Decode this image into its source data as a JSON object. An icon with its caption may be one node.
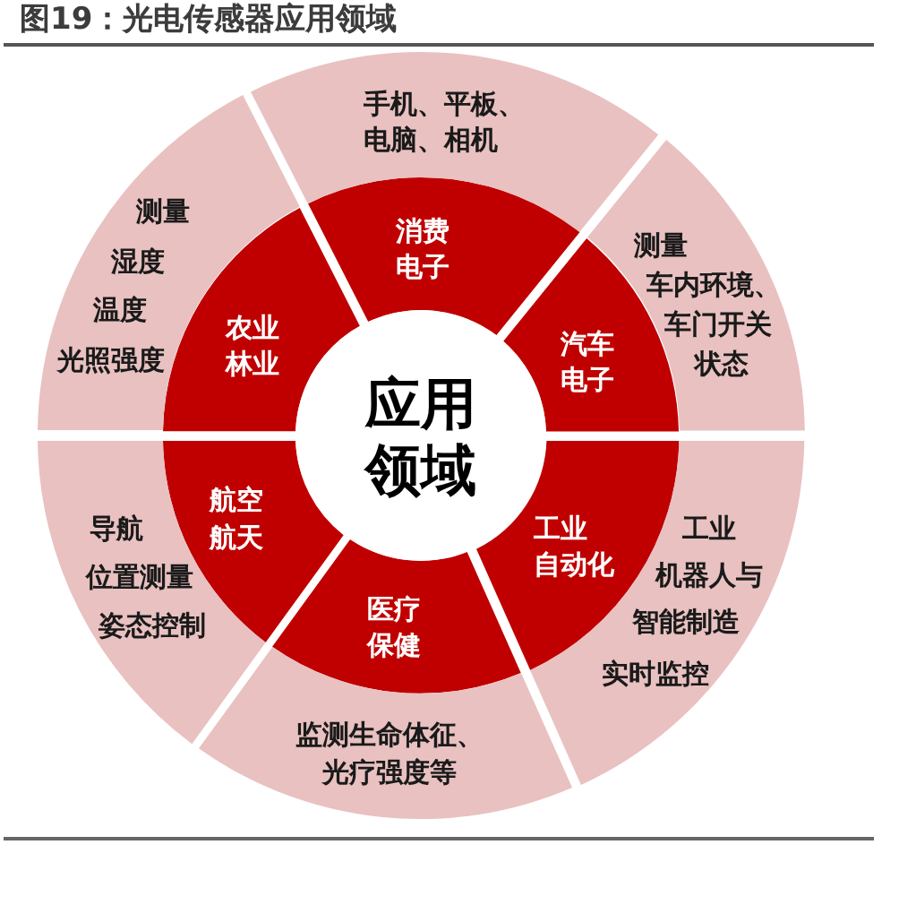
{
  "diagram": {
    "title": "图19：光电传感器应用领域",
    "nodes": [
      {
        "text": [
          "应用领域"
        ]
      },
      {
        "text": [
          "消费电子"
        ]
      },
      {
        "text": [
          "手机、平板、电脑、相机"
        ]
      },
      {
        "text": [
          "汽车电子"
        ]
      },
      {
        "text": [
          "测量车内环境、车门开关状态"
        ]
      },
      {
        "text": [
          "工业自动化"
        ]
      },
      {
        "text": [
          "工业机器人与智能制造",
          "实时监控"
        ]
      },
      {
        "text": [
          "医疗保健"
        ]
      },
      {
        "text": [
          "监测生命体征、光疗强度等"
        ]
      },
      {
        "text": [
          "航空航天"
        ]
      },
      {
        "text": [
          "导航",
          "位置测量",
          "姿态控制"
        ]
      },
      {
        "text": [
          "农业林业"
        ]
      },
      {
        "text": [
          "测量",
          "湿度",
          "温度",
          "光照强度"
        ]
      }
    ]
  }
}
